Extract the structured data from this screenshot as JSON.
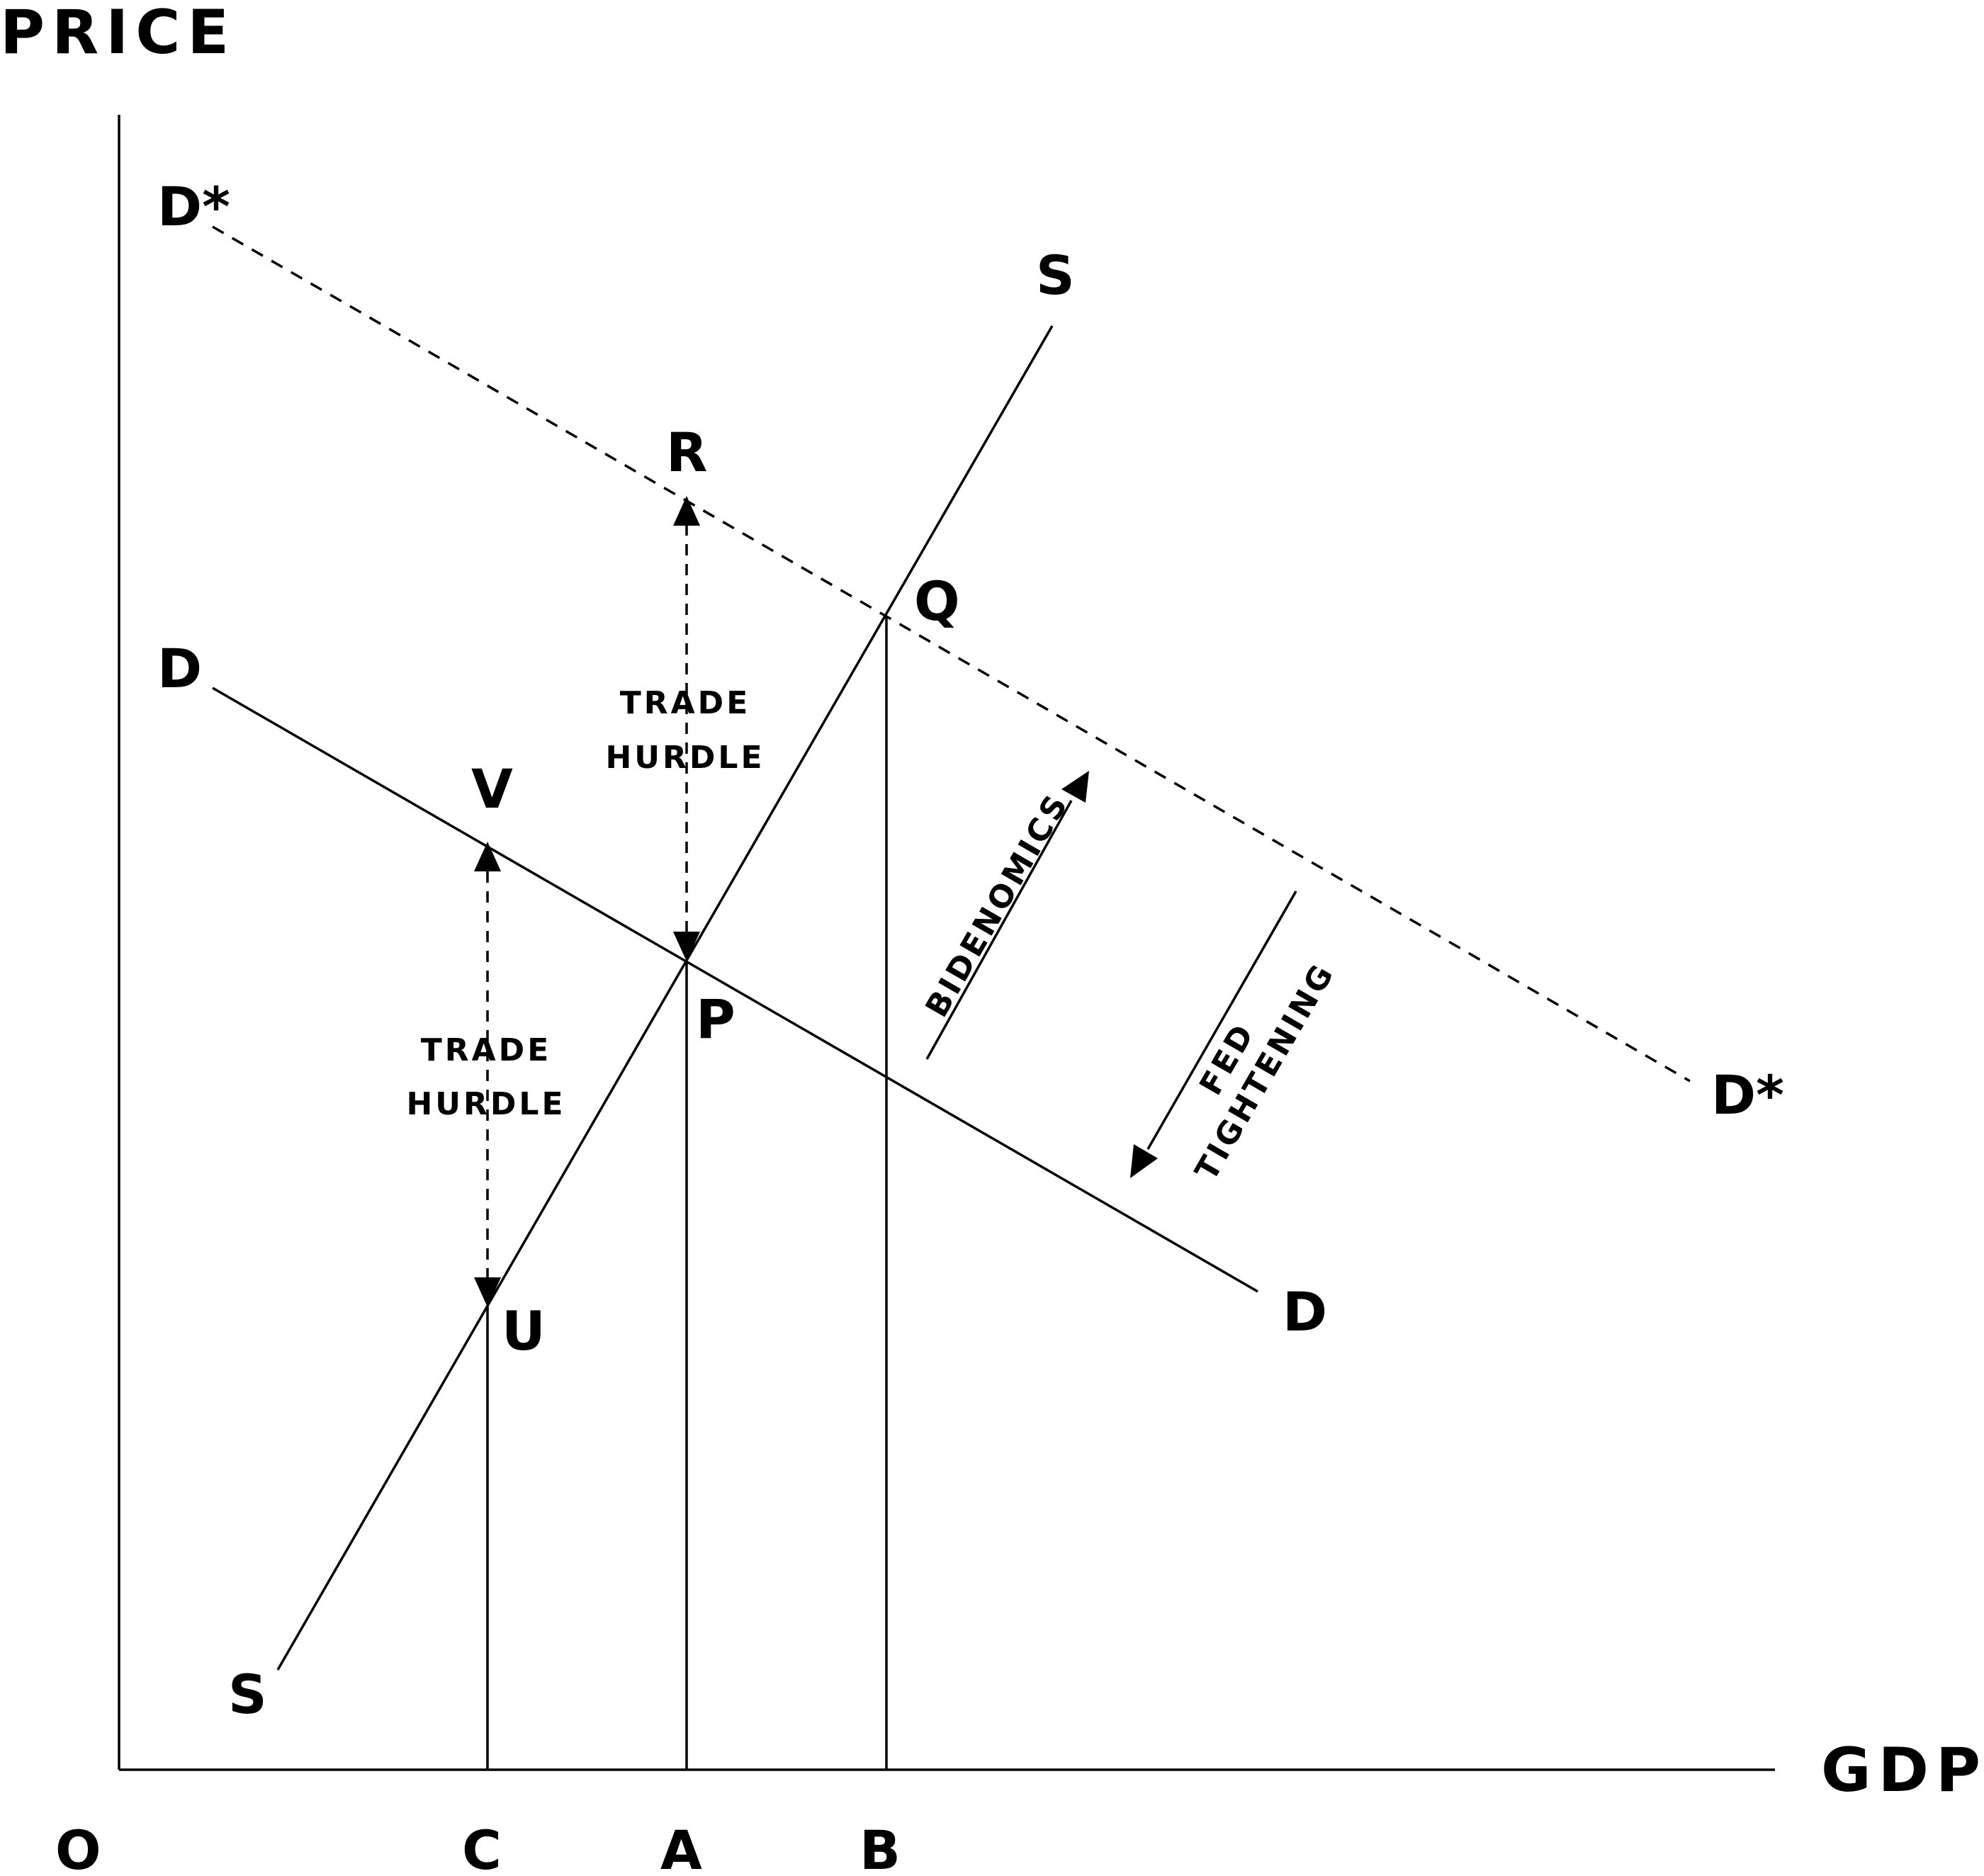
{
  "axes": {
    "y_label": "PRICE",
    "x_label": "GDP",
    "origin": "O",
    "x_ticks": [
      "C",
      "A",
      "B"
    ]
  },
  "curves": {
    "demand_shifted": "D*",
    "demand": "D",
    "supply": "S"
  },
  "points": {
    "r": "R",
    "q": "Q",
    "v": "V",
    "p": "P",
    "u": "U"
  },
  "annotations": {
    "trade_hurdle_upper": [
      "TRADE",
      "HURDLE"
    ],
    "trade_hurdle_lower": [
      "TRADE",
      "HURDLE"
    ],
    "bidenomics": "BIDENOMICS",
    "fed_tightening": [
      "FED",
      "TIGHTENING"
    ]
  }
}
